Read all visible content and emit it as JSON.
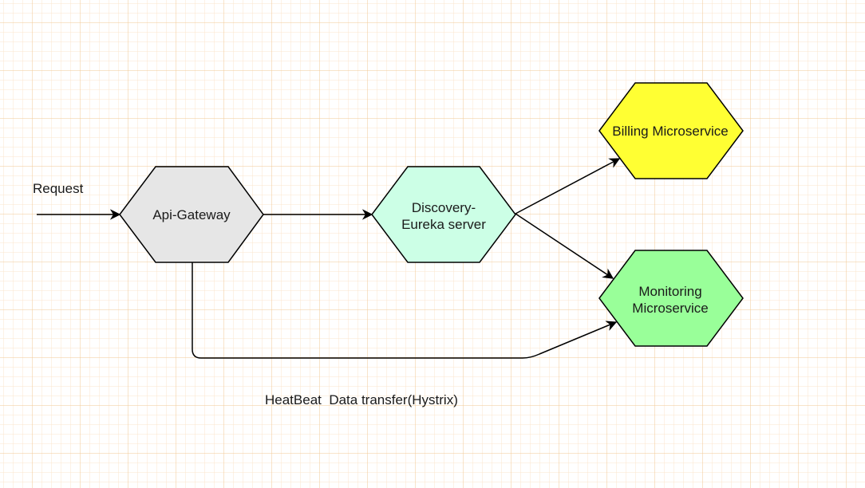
{
  "nodes": {
    "api_gateway": {
      "label": "Api-Gateway",
      "fill": "#e6e6e6"
    },
    "discovery": {
      "label_line1": "Discovery-",
      "label_line2": "Eureka server",
      "fill": "#ccffe6"
    },
    "billing": {
      "label": "Billing Microservice",
      "fill": "#ffff33"
    },
    "monitoring": {
      "label_line1": "Monitoring",
      "label_line2": "Microservice",
      "fill": "#99ff99"
    }
  },
  "labels": {
    "request": "Request",
    "heartbeat": "HeatBeat  Data transfer(Hystrix)"
  },
  "colors": {
    "grid_minor": "#fbe6cc",
    "grid_major": "#f2c896",
    "stroke": "#000000"
  }
}
